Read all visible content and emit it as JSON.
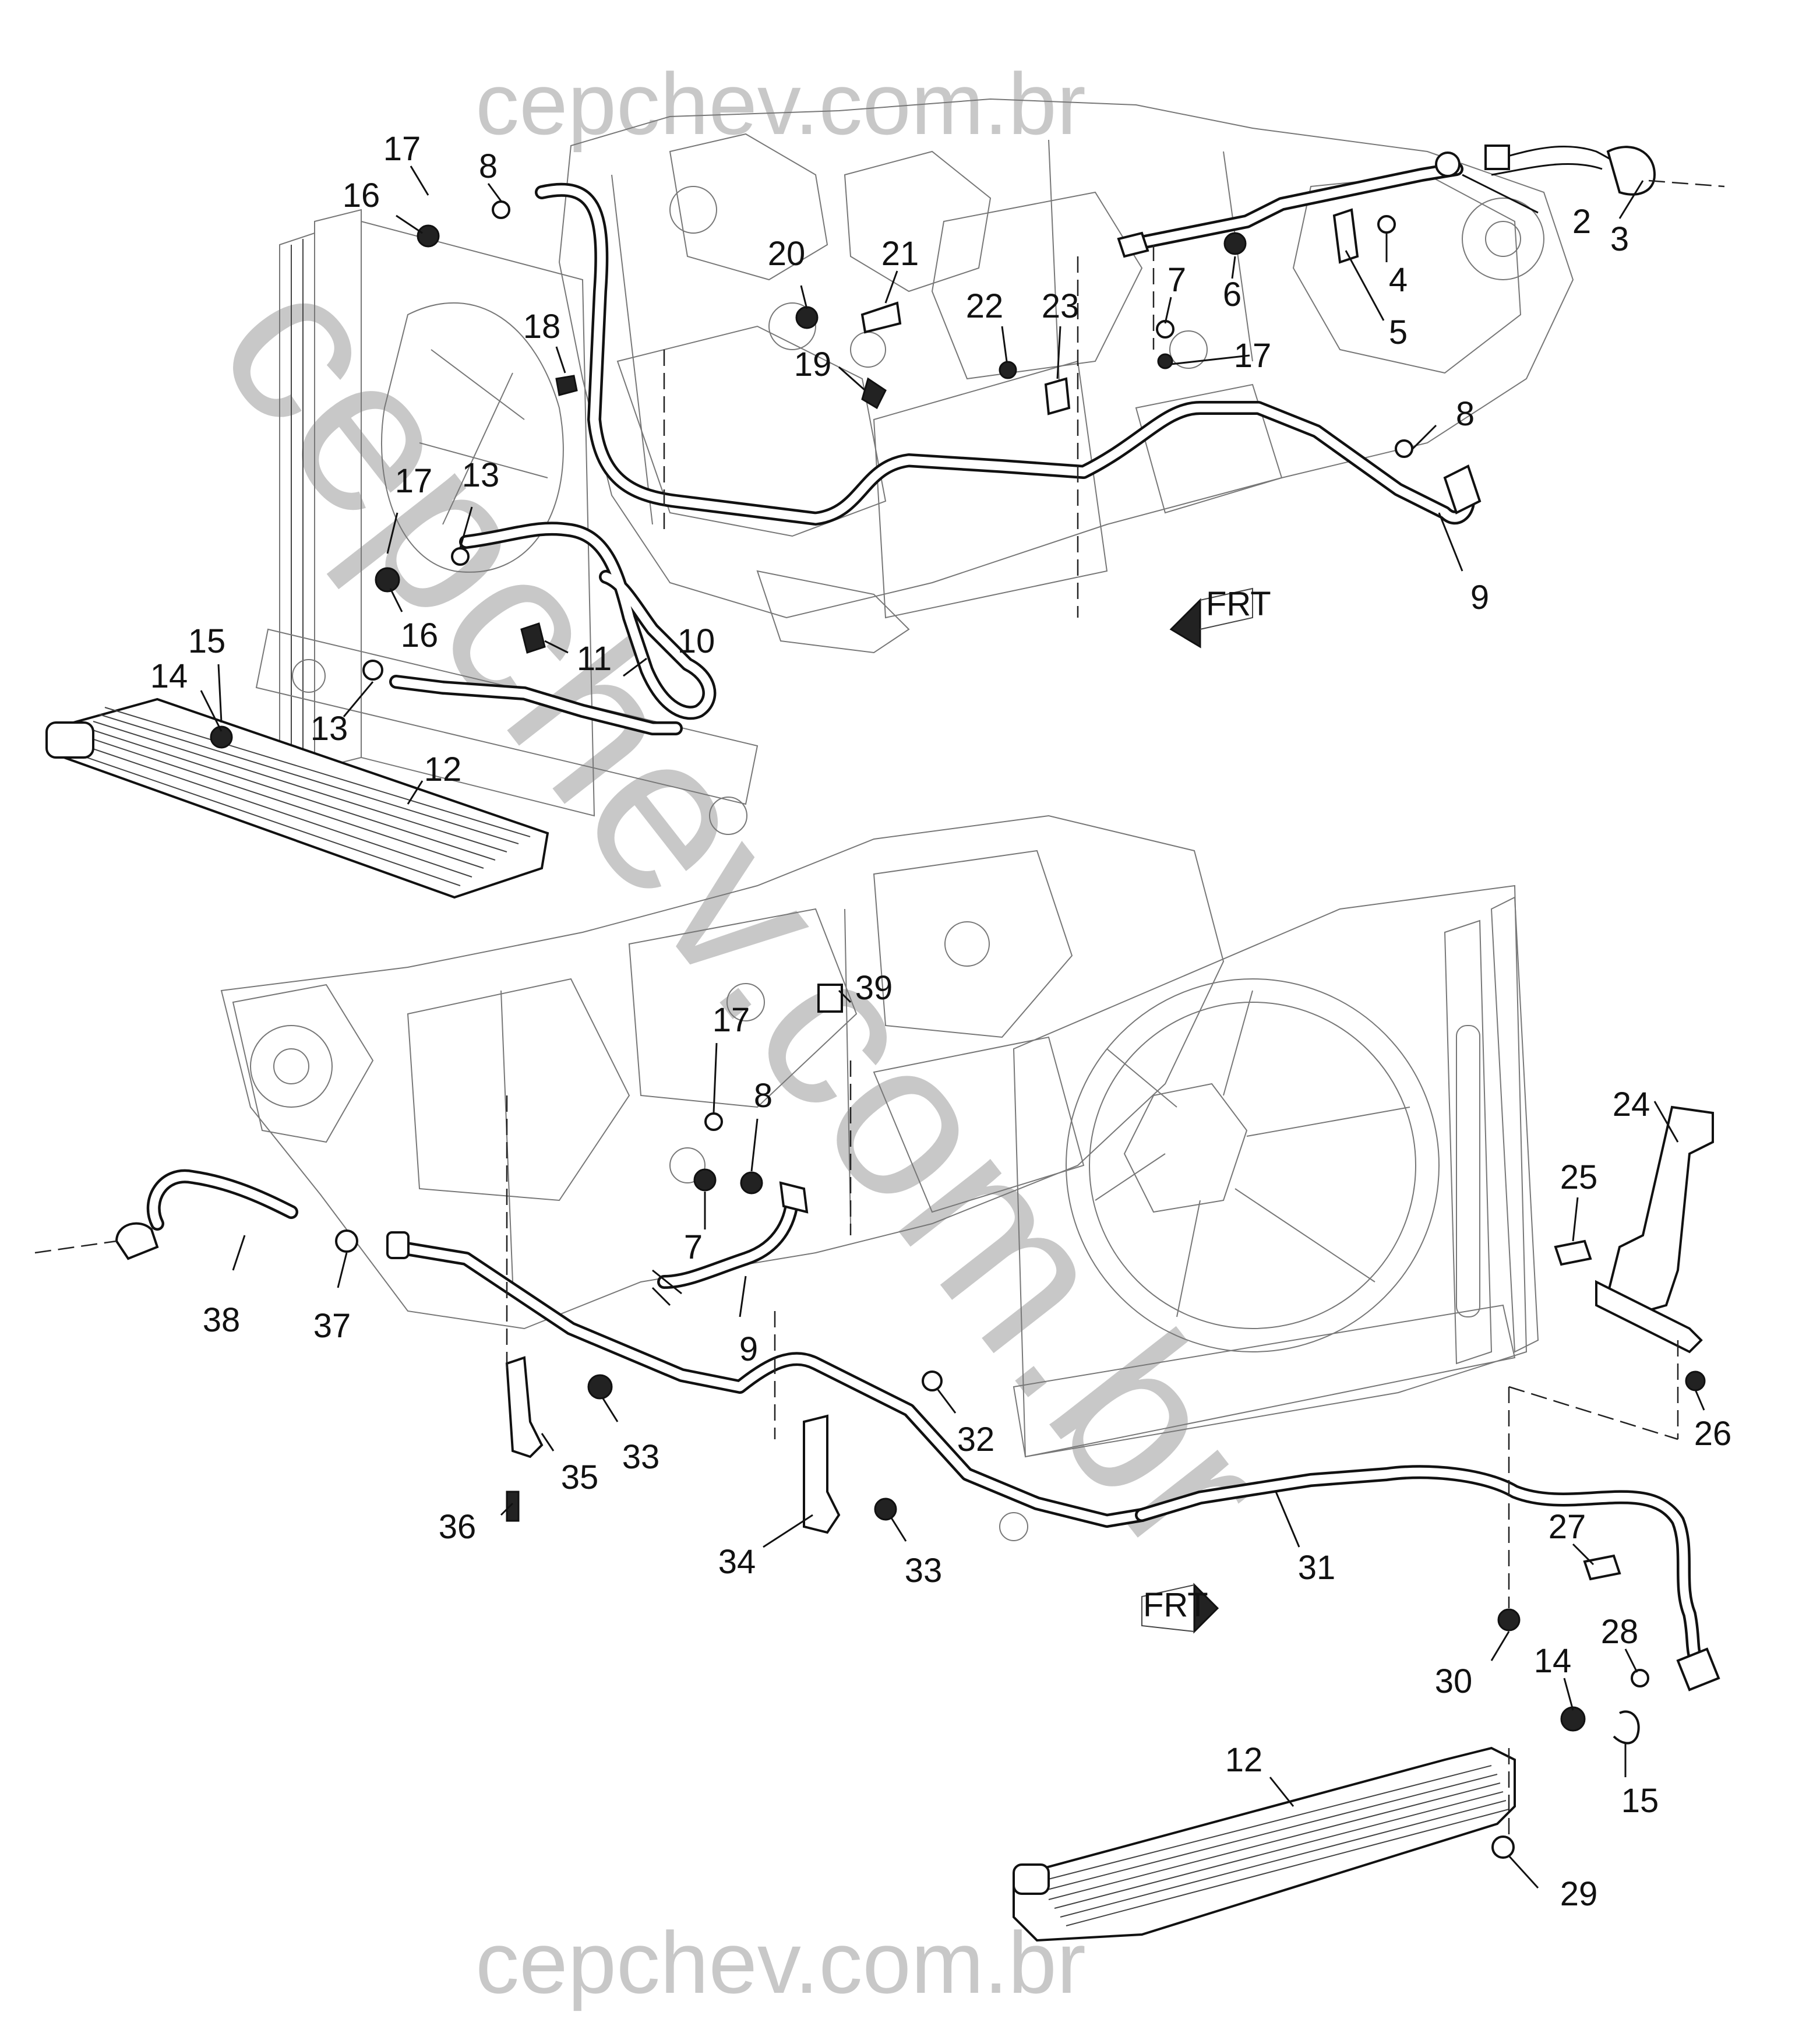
{
  "watermark": {
    "top_text": "cepchev.com.br",
    "bottom_text": "cepchev.com.br",
    "diagonal_text": "cepchev.com.br"
  },
  "diagram": {
    "front_indicator_top": "FRT",
    "front_indicator_bottom": "FRT",
    "callouts_upper": [
      "17",
      "8",
      "16",
      "20",
      "21",
      "7",
      "6",
      "4",
      "2",
      "3",
      "22",
      "23",
      "5",
      "17",
      "18",
      "19",
      "8",
      "13",
      "17",
      "9",
      "16",
      "15",
      "11",
      "10",
      "14",
      "13",
      "12"
    ],
    "callouts_lower": [
      "39",
      "17",
      "8",
      "24",
      "25",
      "7",
      "38",
      "37",
      "9",
      "26",
      "33",
      "32",
      "35",
      "36",
      "34",
      "33",
      "31",
      "27",
      "28",
      "30",
      "14",
      "15",
      "12",
      "29"
    ]
  },
  "colors": {
    "line": "#111111",
    "watermark": "#c8c8c8",
    "background": "#ffffff"
  }
}
